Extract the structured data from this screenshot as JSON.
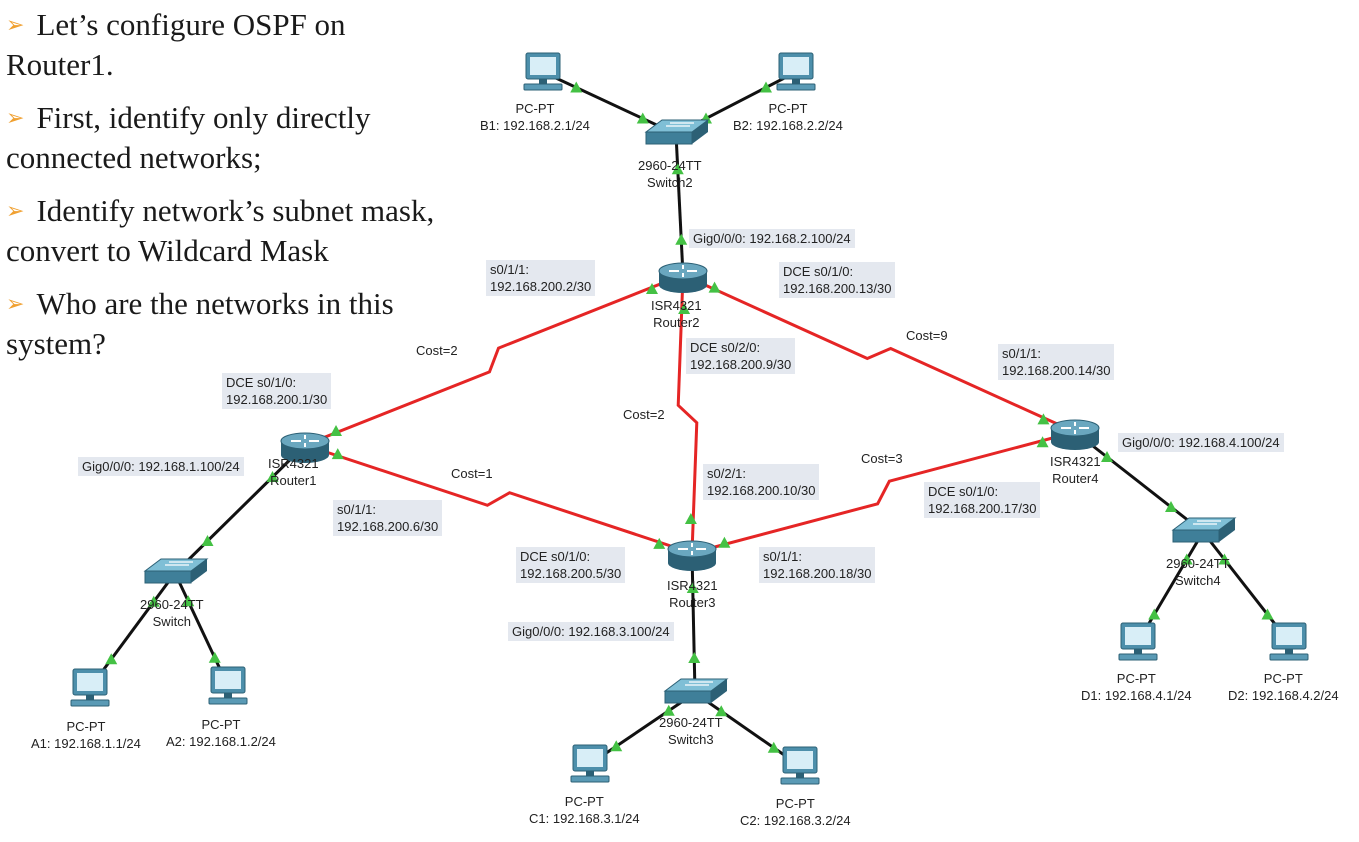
{
  "bullets": [
    {
      "line1": "Let’s configure OSPF on",
      "line2": "Router1."
    },
    {
      "line1": "First, identify only directly",
      "line2": "connected networks;"
    },
    {
      "line1": "Identify network’s subnet mask,",
      "line2": "convert to Wildcard Mask"
    },
    {
      "line1": "Who are the networks in this",
      "line2": "system?"
    }
  ],
  "colors": {
    "serial_link": "#e52525",
    "ethernet_link": "#111111",
    "link_up": "#44c144",
    "device": "#3f7f99",
    "label_box": "#e4e8ef"
  },
  "devices": {
    "router1": {
      "model": "ISR4321",
      "name": "Router1"
    },
    "router2": {
      "model": "ISR4321",
      "name": "Router2"
    },
    "router3": {
      "model": "ISR4321",
      "name": "Router3"
    },
    "router4": {
      "model": "ISR4321",
      "name": "Router4"
    },
    "switch1": {
      "model": "2960-24TT",
      "name": "Switch"
    },
    "switch2": {
      "model": "2960-24TT",
      "name": "Switch2"
    },
    "switch3": {
      "model": "2960-24TT",
      "name": "Switch3"
    },
    "switch4": {
      "model": "2960-24TT",
      "name": "Switch4"
    },
    "pcs": {
      "a1": {
        "type": "PC-PT",
        "label": "A1: 192.168.1.1/24"
      },
      "a2": {
        "type": "PC-PT",
        "label": "A2: 192.168.1.2/24"
      },
      "b1": {
        "type": "PC-PT",
        "label": "B1: 192.168.2.1/24"
      },
      "b2": {
        "type": "PC-PT",
        "label": "B2: 192.168.2.2/24"
      },
      "c1": {
        "type": "PC-PT",
        "label": "C1: 192.168.3.1/24"
      },
      "c2": {
        "type": "PC-PT",
        "label": "C2: 192.168.3.2/24"
      },
      "d1": {
        "type": "PC-PT",
        "label": "D1: 192.168.4.1/24"
      },
      "d2": {
        "type": "PC-PT",
        "label": "D2: 192.168.4.2/24"
      }
    }
  },
  "interfaces": {
    "r2_gig": "Gig0/0/0: 192.168.2.100/24",
    "r2_s011_a": "s0/1/1:",
    "r2_s011_b": "192.168.200.2/30",
    "r2_s010_a": "DCE s0/1/0:",
    "r2_s010_b": "192.168.200.13/30",
    "r2_s020_a": "DCE s0/2/0:",
    "r2_s020_b": "192.168.200.9/30",
    "r1_s010_a": "DCE s0/1/0:",
    "r1_s010_b": "192.168.200.1/30",
    "r1_gig": "Gig0/0/0: 192.168.1.100/24",
    "r1_s011_a": "s0/1/1:",
    "r1_s011_b": "192.168.200.6/30",
    "r3_s021_a": "s0/2/1:",
    "r3_s021_b": "192.168.200.10/30",
    "r3_s010_a": "DCE s0/1/0:",
    "r3_s010_b": "192.168.200.5/30",
    "r3_s011_a": "s0/1/1:",
    "r3_s011_b": "192.168.200.18/30",
    "r3_gig": "Gig0/0/0: 192.168.3.100/24",
    "r4_s011_a": "s0/1/1:",
    "r4_s011_b": "192.168.200.14/30",
    "r4_gig": "Gig0/0/0: 192.168.4.100/24",
    "r4_s010_a": "DCE s0/1/0:",
    "r4_s010_b": "192.168.200.17/30"
  },
  "costs": {
    "r1_r2": "Cost=2",
    "r2_r4": "Cost=9",
    "r2_r3": "Cost=2",
    "r1_r3": "Cost=1",
    "r3_r4": "Cost=3"
  }
}
